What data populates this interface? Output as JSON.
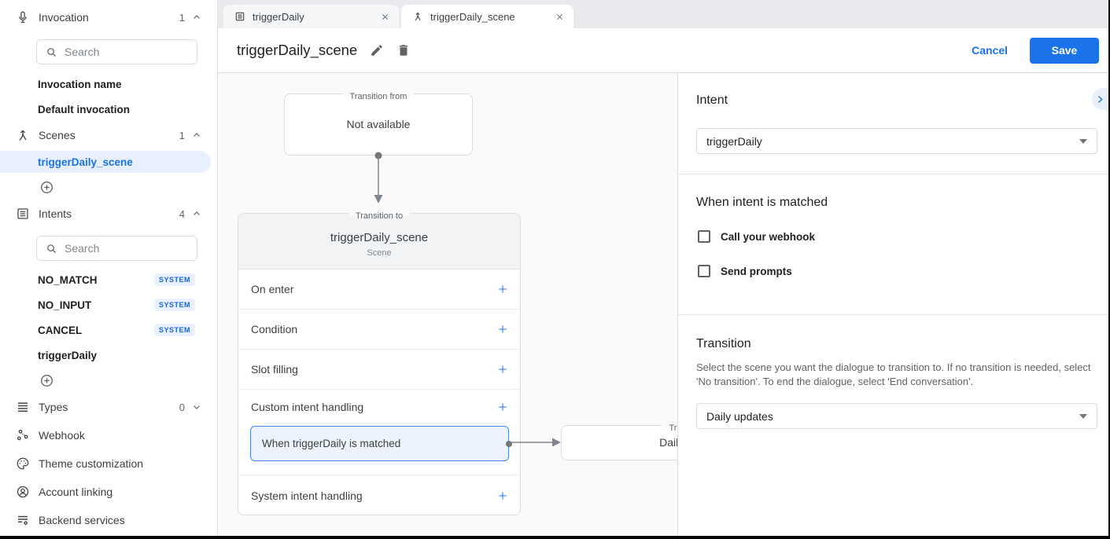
{
  "colors": {
    "primary": "#1a73e8",
    "light_blue": "#e8f0fe",
    "badge_text": "#1967d2",
    "save_bg": "#1a73e8"
  },
  "sidebar": {
    "search_placeholder": "Search",
    "sections": {
      "invocation": {
        "label": "Invocation",
        "count": "1"
      },
      "scenes": {
        "label": "Scenes",
        "count": "1"
      },
      "intents": {
        "label": "Intents",
        "count": "4"
      },
      "types": {
        "label": "Types",
        "count": "0"
      },
      "webhook": {
        "label": "Webhook"
      },
      "theme": {
        "label": "Theme customization"
      },
      "account": {
        "label": "Account linking"
      },
      "backend": {
        "label": "Backend services"
      }
    },
    "invocation_items": [
      {
        "label": "Invocation name"
      },
      {
        "label": "Default invocation"
      }
    ],
    "scene_items": [
      {
        "label": "triggerDaily_scene",
        "selected": true
      }
    ],
    "intent_items": [
      {
        "label": "NO_MATCH",
        "badge": "SYSTEM"
      },
      {
        "label": "NO_INPUT",
        "badge": "SYSTEM"
      },
      {
        "label": "CANCEL",
        "badge": "SYSTEM"
      },
      {
        "label": "triggerDaily",
        "badge": ""
      }
    ]
  },
  "tabs": [
    {
      "label": "triggerDaily",
      "icon": "intent-icon",
      "active": false
    },
    {
      "label": "triggerDaily_scene",
      "icon": "scene-icon",
      "active": true
    }
  ],
  "header": {
    "title": "triggerDaily_scene",
    "cancel_label": "Cancel",
    "save_label": "Save"
  },
  "canvas": {
    "transition_from": {
      "legend": "Transition from",
      "value": "Not available"
    },
    "scene_card": {
      "legend": "Transition to",
      "title": "triggerDaily_scene",
      "subtitle": "Scene",
      "rows": [
        {
          "label": "On enter"
        },
        {
          "label": "Condition"
        },
        {
          "label": "Slot filling"
        },
        {
          "label": "Custom intent handling"
        },
        {
          "label": "System intent handling"
        }
      ],
      "active_handler": "When triggerDaily is matched"
    },
    "linked_box": {
      "legend": "Transition to",
      "value": "Daily updates"
    }
  },
  "panel": {
    "intent_heading": "Intent",
    "intent_value": "triggerDaily",
    "matched_heading": "When intent is matched",
    "checkboxes": [
      {
        "label": "Call your webhook",
        "checked": false
      },
      {
        "label": "Send prompts",
        "checked": false
      }
    ],
    "transition_heading": "Transition",
    "transition_description": "Select the scene you want the dialogue to transition to. If no transition is needed, select 'No transition'. To end the dialogue, select 'End conversation'.",
    "transition_value": "Daily updates"
  }
}
